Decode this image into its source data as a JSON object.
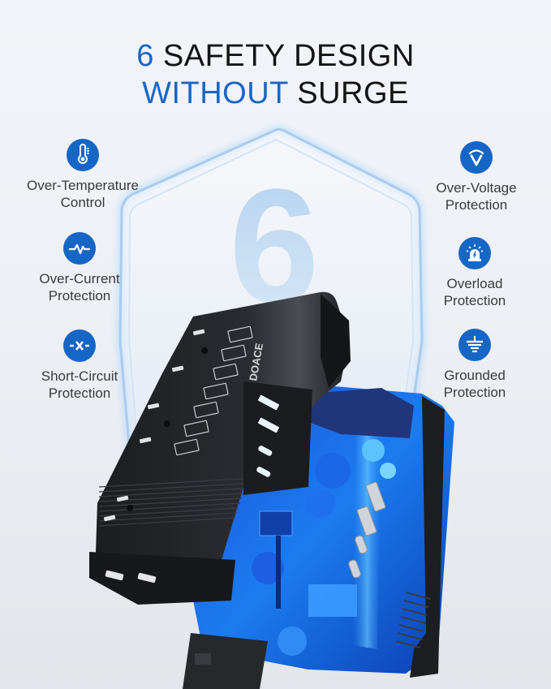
{
  "headline": {
    "line1_accent": "6",
    "line1_rest": " SAFETY DESIGN",
    "line2_accent": "WITHOUT",
    "line2_rest": " SURGE"
  },
  "colors": {
    "accent": "#1a66c4",
    "badge": "#1666c5",
    "text": "#3a3a3a",
    "background_top": "#f3f4f9",
    "background_bottom": "#e4e5ea"
  },
  "shield": {
    "numeral": "6"
  },
  "device": {
    "brand": "DOACE"
  },
  "features": {
    "left": [
      {
        "icon": "thermometer-icon",
        "line1": "Over-Temperature",
        "line2": "Control"
      },
      {
        "icon": "pulse-icon",
        "line1": "Over-Current",
        "line2": "Protection"
      },
      {
        "icon": "short-circuit-icon",
        "line1": "Short-Circuit",
        "line2": "Protection"
      }
    ],
    "right": [
      {
        "icon": "voltage-icon",
        "line1": "Over-Voltage",
        "line2": "Protection"
      },
      {
        "icon": "alarm-light-icon",
        "line1": "Overload",
        "line2": "Protection"
      },
      {
        "icon": "ground-icon",
        "line1": "Grounded",
        "line2": "Protection"
      }
    ]
  }
}
